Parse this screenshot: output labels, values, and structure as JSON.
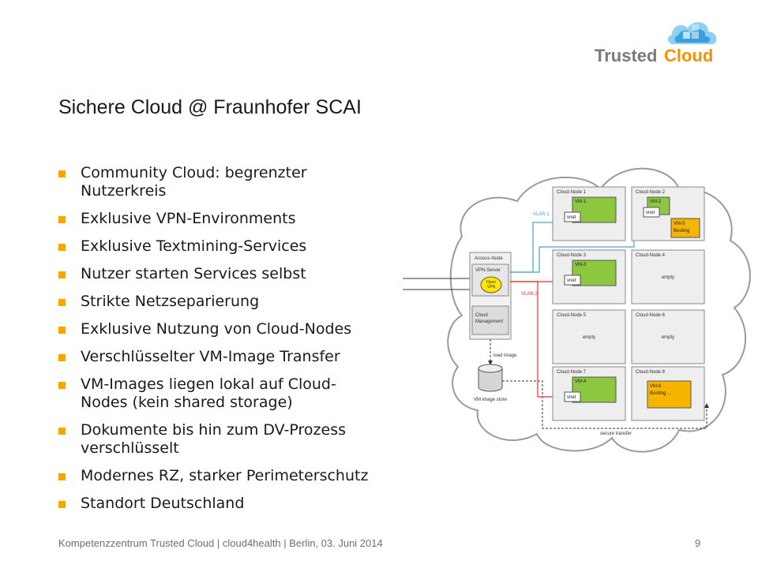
{
  "logo": {
    "word1": "Trusted",
    "word2": "Cloud"
  },
  "title": "Sichere Cloud @ Fraunhofer SCAI",
  "bullets": [
    {
      "lines": [
        "Community Cloud: begrenzter",
        "Nutzerkreis"
      ]
    },
    {
      "lines": [
        "Exklusive VPN-Environments"
      ]
    },
    {
      "lines": [
        "Exklusive Textmining-Services"
      ]
    },
    {
      "lines": [
        "Nutzer starten Services selbst"
      ]
    },
    {
      "lines": [
        "Strikte Netzseparierung"
      ]
    },
    {
      "lines": [
        "Exklusive Nutzung von Cloud-Nodes"
      ]
    },
    {
      "lines": [
        "Verschlüsselter VM-Image Transfer"
      ]
    },
    {
      "lines": [
        "VM-Images liegen lokal auf Cloud-",
        "Nodes (kein shared storage)"
      ]
    },
    {
      "lines": [
        "Dokumente bis hin zum DV-Prozess",
        "verschlüsselt"
      ]
    },
    {
      "lines": [
        "Modernes RZ, starker Perimeterschutz"
      ]
    },
    {
      "lines": [
        "Standort Deutschland"
      ]
    }
  ],
  "diagram": {
    "access_node": "Access-Node",
    "vpn_server": "VPN-Server",
    "open_vpn": [
      "Open",
      "VPN"
    ],
    "cloud_management": [
      "Cloud",
      "Management"
    ],
    "load_image": "load image",
    "vm_image_store": "VM image store",
    "secure_transfer": "secure transfer",
    "vlan1": "VLAN 1",
    "vlan2": "VLAN 2",
    "empty_label": "empty",
    "vnet_label": "vnet",
    "nodes": [
      {
        "title": "Cloud-Node 1",
        "vm": "VM-1",
        "vnet": true
      },
      {
        "title": "Cloud-Node 2",
        "vm": "VM-2",
        "vnet": true,
        "booting": [
          "VM-5",
          "Booting"
        ]
      },
      {
        "title": "Cloud-Node 3",
        "vm": "VM-3",
        "vnet": true
      },
      {
        "title": "Cloud-Node 4",
        "empty": true
      },
      {
        "title": "Cloud-Node 5",
        "empty": true
      },
      {
        "title": "Cloud-Node 6",
        "empty": true
      },
      {
        "title": "Cloud-Node 7",
        "vm": "VM-4",
        "vnet": true
      },
      {
        "title": "Cloud-Node 8",
        "booting": [
          "VM-6",
          "Booting ..."
        ]
      }
    ]
  },
  "footer": "Kompetenzzentrum Trusted Cloud | cloud4health | Berlin, 03. Juni 2014",
  "page_number": "9",
  "colors": {
    "accent": "#f7a600",
    "vlan1": "#4aa3c8",
    "vlan2": "#e8322e",
    "vm_green": "#8dc63f",
    "booting_orange": "#f7b500",
    "cloud_blue": "#5fb4e5"
  }
}
